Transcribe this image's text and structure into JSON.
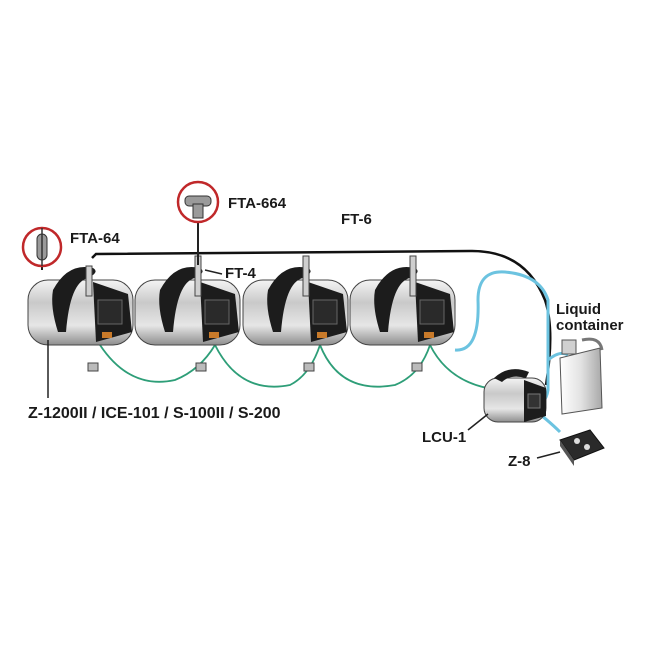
{
  "labels": {
    "fta64": "FTA-64",
    "fta664": "FTA-664",
    "ft6": "FT-6",
    "ft4": "FT-4",
    "liquid_line1": "Liquid",
    "liquid_line2": "container",
    "machines": "Z-1200II / ICE-101 / S-100II / S-200",
    "lcu1": "LCU-1",
    "z8": "Z-8"
  },
  "colors": {
    "control_cable": "#2e9e78",
    "liquid_tube": "#6cc3e0",
    "power_cable": "#111111",
    "callout_ring": "#c0282a"
  }
}
